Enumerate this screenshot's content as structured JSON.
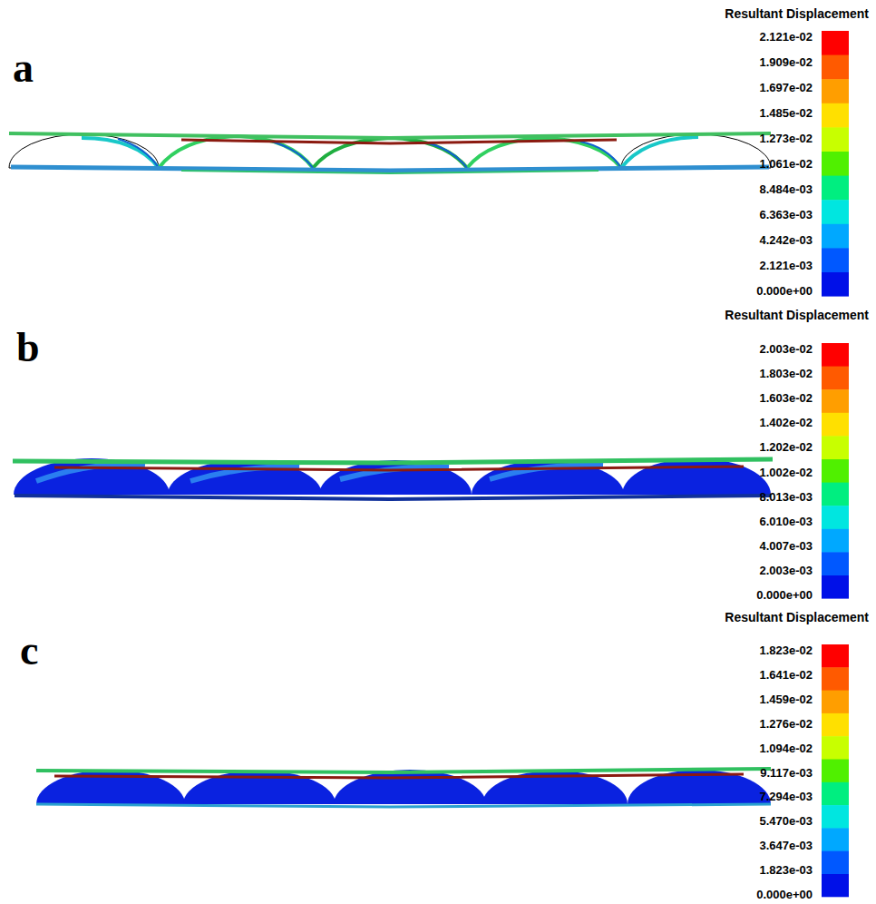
{
  "diagram": {
    "labels": [
      "a",
      "Resultant Displacement",
      "2.121e-02",
      "1.909e-02",
      "1.697e-02",
      "1.485e-02",
      "1.273e-02",
      "1.061e-02",
      "8.484e-03",
      "6.363e-03",
      "4.242e-03",
      "2.121e-03",
      "0.000e+00",
      "b",
      "Resultant Displacement",
      "2.003e-02",
      "1.803e-02",
      "1.603e-02",
      "1.402e-02",
      "1.202e-02",
      "1.002e-02",
      "8.013e-03",
      "6.010e-03",
      "4.007e-03",
      "2.003e-03",
      "0.000e+00",
      "c",
      "Resultant Displacement",
      "1.823e-02",
      "1.641e-02",
      "1.459e-02",
      "1.276e-02",
      "1.094e-02",
      "9.117e-03",
      "7.294e-03",
      "5.470e-03",
      "3.647e-03",
      "1.823e-03",
      "0.000e+00"
    ]
  }
}
